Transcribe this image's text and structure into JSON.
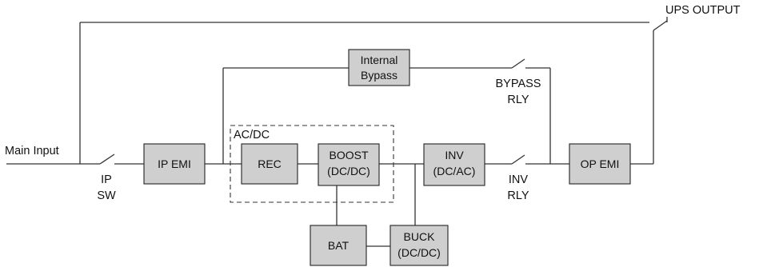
{
  "labels": {
    "main_input": "Main Input",
    "ups_output": "UPS OUTPUT",
    "ip_sw": [
      "IP",
      "SW"
    ],
    "bypass_rly": [
      "BYPASS",
      "RLY"
    ],
    "inv_rly": [
      "INV",
      "RLY"
    ],
    "acdc_group": "AC/DC"
  },
  "blocks": {
    "internal_bypass": [
      "Internal",
      "Bypass"
    ],
    "ip_emi": [
      "IP EMI"
    ],
    "rec": [
      "REC"
    ],
    "boost": [
      "BOOST",
      "(DC/DC)"
    ],
    "inv": [
      "INV",
      "(DC/AC)"
    ],
    "op_emi": [
      "OP EMI"
    ],
    "bat": [
      "BAT"
    ],
    "buck": [
      "BUCK",
      "(DC/DC)"
    ]
  }
}
